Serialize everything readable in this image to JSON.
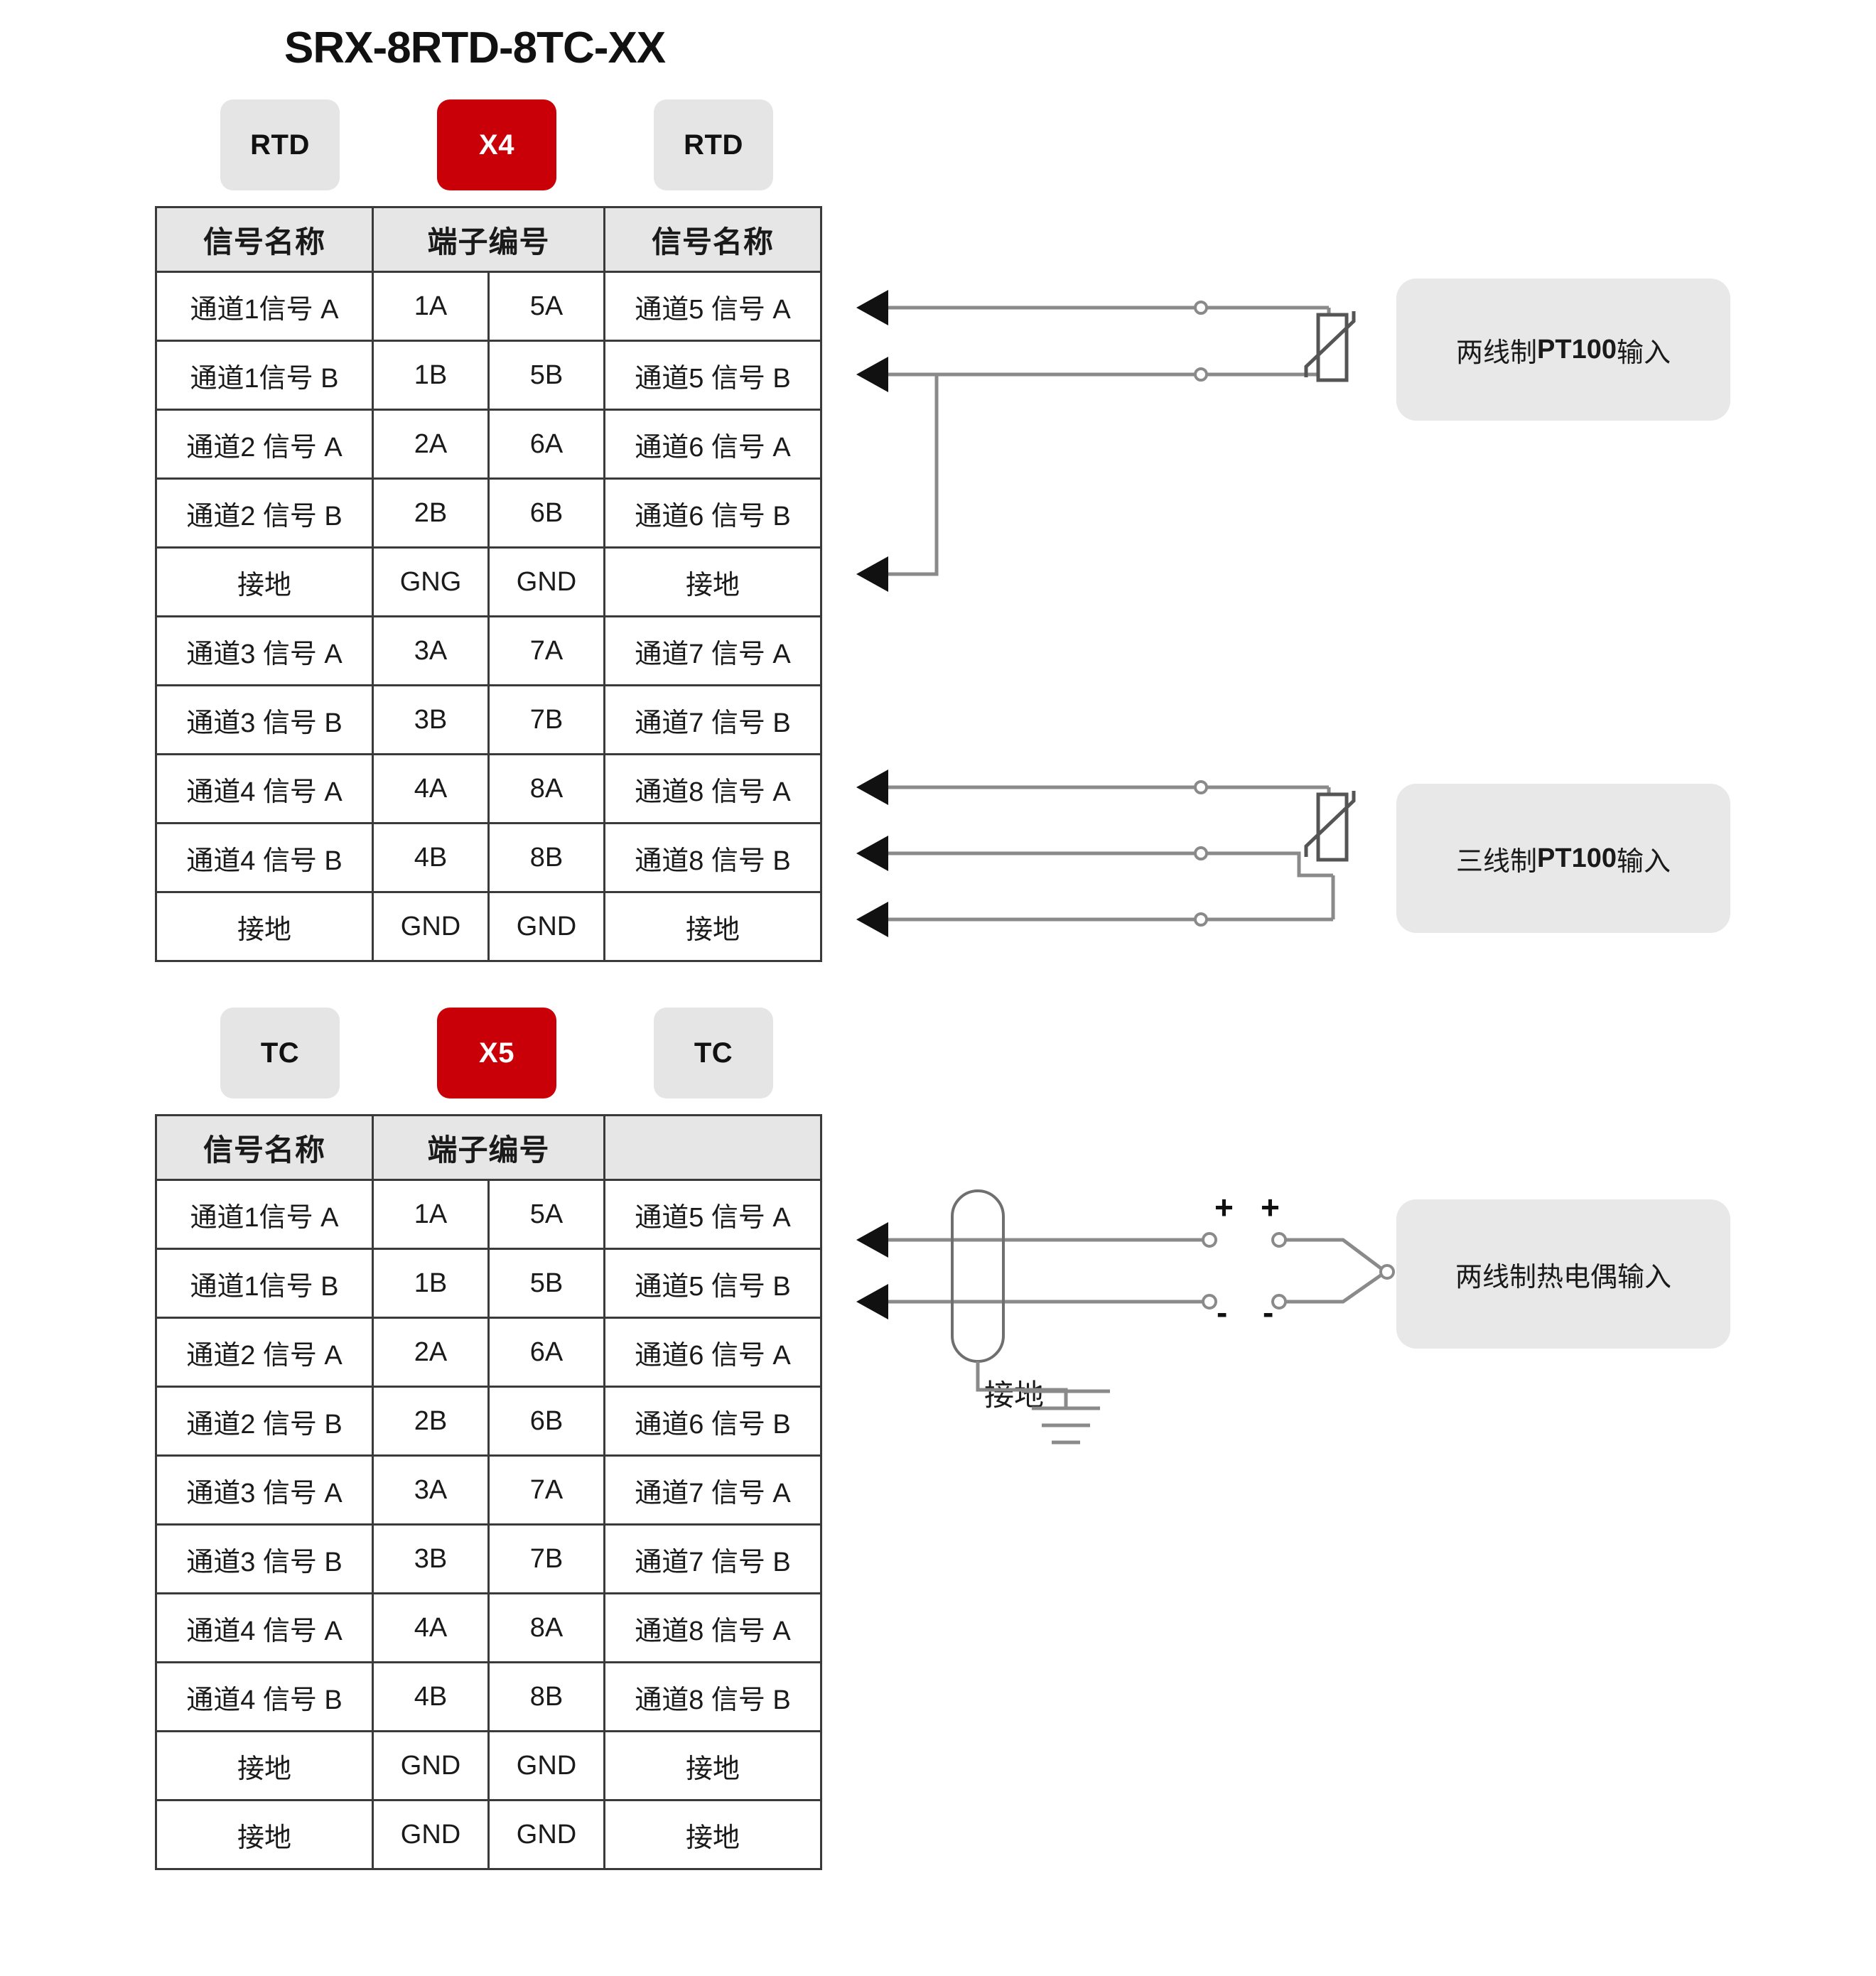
{
  "title": "SRX-8RTD-8TC-XX",
  "colors": {
    "accent_red": "#c90008",
    "badge_grey": "#e5e5e5",
    "header_grey": "#e6e6e6",
    "info_grey": "#e8e8e8",
    "border": "#3a3a3a",
    "wire": "#8a8a8a"
  },
  "sections": [
    {
      "id": "rtd",
      "badges": [
        {
          "label": "RTD",
          "style": "grey"
        },
        {
          "label": "X4",
          "style": "red"
        },
        {
          "label": "RTD",
          "style": "grey"
        }
      ],
      "table": {
        "headers": [
          "信号名称",
          "端子编号",
          "信号名称"
        ],
        "rows": [
          [
            "通道1信号 A",
            "1A",
            "5A",
            "通道5 信号 A"
          ],
          [
            "通道1信号 B",
            "1B",
            "5B",
            "通道5 信号 B"
          ],
          [
            "通道2 信号 A",
            "2A",
            "6A",
            "通道6 信号 A"
          ],
          [
            "通道2 信号 B",
            "2B",
            "6B",
            "通道6 信号 B"
          ],
          [
            "接地",
            "GNG",
            "GND",
            "接地"
          ],
          [
            "通道3 信号 A",
            "3A",
            "7A",
            "通道7 信号 A"
          ],
          [
            "通道3 信号 B",
            "3B",
            "7B",
            "通道7 信号 B"
          ],
          [
            "通道4 信号 A",
            "4A",
            "8A",
            "通道8 信号 A"
          ],
          [
            "通道4 信号 B",
            "4B",
            "8B",
            "通道8 信号 B"
          ],
          [
            "接地",
            "GND",
            "GND",
            "接地"
          ]
        ]
      },
      "diagrams": [
        {
          "id": "pt100-2wire",
          "prefix": "两线制 ",
          "bold": "PT100",
          "suffix": " 输入"
        },
        {
          "id": "pt100-3wire",
          "prefix": "三线制 ",
          "bold": "PT100",
          "suffix": " 输入"
        }
      ]
    },
    {
      "id": "tc",
      "badges": [
        {
          "label": "TC",
          "style": "grey"
        },
        {
          "label": "X5",
          "style": "red"
        },
        {
          "label": "TC",
          "style": "grey"
        }
      ],
      "table": {
        "headers": [
          "信号名称",
          "端子编号",
          ""
        ],
        "rows": [
          [
            "通道1信号 A",
            "1A",
            "5A",
            "通道5 信号 A"
          ],
          [
            "通道1信号 B",
            "1B",
            "5B",
            "通道5 信号 B"
          ],
          [
            "通道2 信号 A",
            "2A",
            "6A",
            "通道6 信号 A"
          ],
          [
            "通道2 信号 B",
            "2B",
            "6B",
            "通道6 信号 B"
          ],
          [
            "通道3 信号 A",
            "3A",
            "7A",
            "通道7 信号 A"
          ],
          [
            "通道3 信号 B",
            "3B",
            "7B",
            "通道7 信号 B"
          ],
          [
            "通道4 信号 A",
            "4A",
            "8A",
            "通道8 信号 A"
          ],
          [
            "通道4 信号 B",
            "4B",
            "8B",
            "通道8 信号 B"
          ],
          [
            "接地",
            "GND",
            "GND",
            "接地"
          ],
          [
            "接地",
            "GND",
            "GND",
            "接地"
          ]
        ]
      },
      "diagrams": [
        {
          "id": "tc-2wire",
          "prefix": "",
          "bold": "",
          "suffix": "两线制热电偶输入"
        }
      ],
      "ground_label": "接地",
      "polarity": {
        "plus": "+",
        "minus": "-"
      }
    }
  ]
}
